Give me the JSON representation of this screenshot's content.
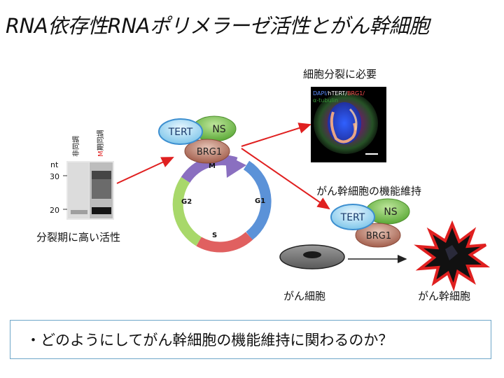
{
  "title": "RNA依存性RNAポリメラーゼ活性とがん幹細胞",
  "gel": {
    "unit": "nt",
    "marker_30": "30",
    "marker_20": "20",
    "lane_non_sync": "非同調",
    "lane_m_phase_prefix": "M",
    "lane_m_phase_suffix": "期同調",
    "caption": "分裂期に高い活性"
  },
  "complex": {
    "tert": "TERT",
    "ns": "NS",
    "brg1": "BRG1"
  },
  "cell_cycle": {
    "m": "M",
    "g1": "G1",
    "s": "S",
    "g2": "G2"
  },
  "micrograph": {
    "caption": "細胞分裂に必要",
    "stain_dapi": "DAPI/",
    "stain_htert": "hTERT/",
    "stain_brg1": "BRG1/",
    "stain_tubulin": "α-tubulin"
  },
  "maintenance": {
    "caption": "がん幹細胞の機能維持",
    "cancer_cell": "がん細胞",
    "cancer_stem_cell": "がん幹細胞"
  },
  "question": "・どのようにしてがん幹細胞の機能維持に関わるのか？",
  "colors": {
    "arrow": "#e02020",
    "tert": "#8fd0f0",
    "ns": "#7cc04a",
    "brg1": "#b07060",
    "m_phase": "#8a6fc0",
    "g1": "#5b92d8",
    "s": "#e06060",
    "g2": "#a8d86a",
    "frame": "#6fa6c8"
  }
}
